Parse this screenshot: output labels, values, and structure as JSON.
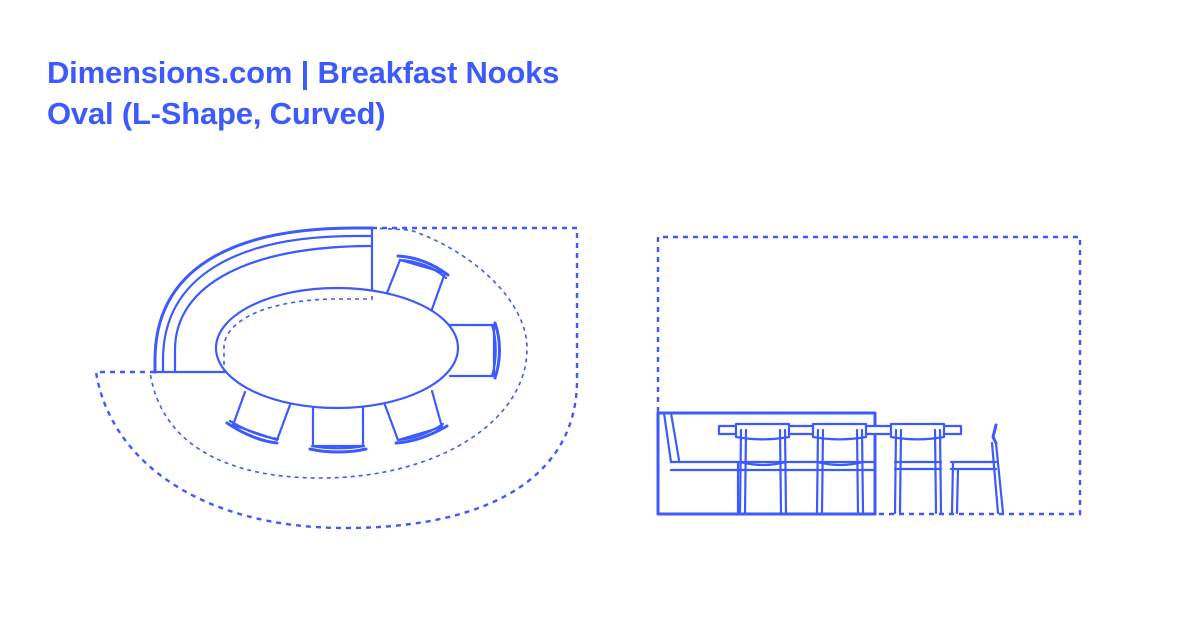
{
  "header": {
    "title_line1": "Dimensions.com | Breakfast Nooks",
    "title_line2": "Oval (L-Shape, Curved)"
  },
  "colors": {
    "accent": "#3d5afe",
    "background": "#ffffff"
  },
  "drawings": {
    "plan_view": {
      "label": "plan-view",
      "table_shape": "oval",
      "bench_shape": "curved L-shape",
      "chair_count": 5
    },
    "elevation_view": {
      "label": "elevation-view",
      "bench": "built-in bench",
      "chairs_front": 3,
      "chairs_side": 1
    }
  }
}
